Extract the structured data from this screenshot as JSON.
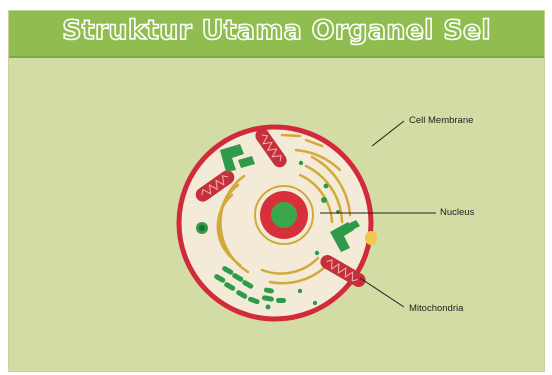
{
  "title": "Struktur Utama Organel Sel",
  "labels": {
    "cell_membrane": "Cell Membrane",
    "nucleus": "Nucleus",
    "mitochondria": "Mitochondria"
  },
  "colors": {
    "background": "#d4dca6",
    "title_bar": "#8fbd4f",
    "membrane": "#d12a3a",
    "cytoplasm": "#f3ebd8",
    "mitochondria": "#c5303a",
    "organelle_green": "#2e9a4a",
    "er_yellow": "#d3a93a",
    "nucleus_red": "#d8303a",
    "nucleolus_green": "#3aa84a"
  }
}
